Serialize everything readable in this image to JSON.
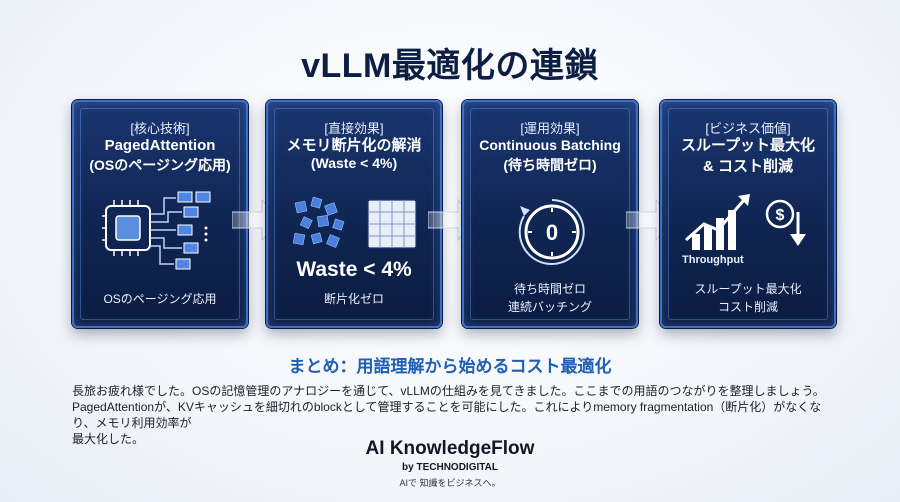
{
  "title": "vLLM最適化の連鎖",
  "cards": [
    {
      "tag": "[核心技術]",
      "head": "PagedAttention",
      "head2": "(OSのページング応用)",
      "icon": "cpu-memory-icon",
      "sub": "OSのページング応用",
      "sub2": ""
    },
    {
      "tag": "[直接効果]",
      "head": "メモリ断片化の解消",
      "head2": "(Waste < 4%)",
      "icon": "fragments-to-grid-icon",
      "big": "Waste < 4%",
      "sub": "断片化ゼロ",
      "sub2": ""
    },
    {
      "tag": "[運用効果]",
      "head": "Continuous Batching",
      "head2": "(待ち時間ゼロ)",
      "icon": "zero-wait-clock-icon",
      "clock_value": "0",
      "sub": "待ち時間ゼロ",
      "sub2": "連続バッチング"
    },
    {
      "tag": "[ビジネス価値]",
      "head": "スループット最大化",
      "head2": "& コスト削減",
      "icon": "throughput-cost-icon",
      "icon_label": "Throughput",
      "sub": "スループット最大化",
      "sub2": "コスト削減"
    }
  ],
  "summary": {
    "title": "まとめ：用語理解から始めるコスト最適化",
    "lines": [
      "長旅お疲れ様でした。OSの記憶管理のアナロジーを通じて、vLLMの仕組みを見てきました。ここまでの用語のつながりを整理しましょう。",
      "PagedAttentionが、KVキャッシュを細切れのblockとして管理することを可能にした。これによりmemory fragmentation（断片化）がなくなり、メモリ利用効率が",
      "最大化した。"
    ]
  },
  "brand": {
    "name": "AI KnowledgeFlow",
    "by": "by TECHNODIGITAL",
    "tagline": "AIで 知識をビジネスへ。"
  },
  "colors": {
    "card_bg": "#0f2552",
    "card_border": "#3f6fc7",
    "accent_blue": "#1f5fb3",
    "title": "#0c1e44"
  }
}
